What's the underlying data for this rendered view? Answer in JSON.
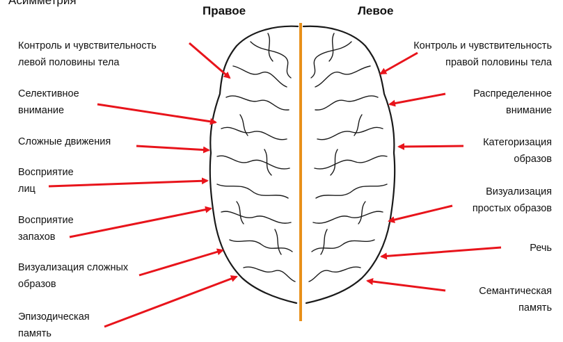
{
  "title": "Асимметрия",
  "hemispheres": {
    "right": "Правое",
    "left": "Левое"
  },
  "right_labels": [
    {
      "l1": "Контроль и чувствительность",
      "l2": "левой половины тела"
    },
    {
      "l1": "Селективное",
      "l2": "внимание"
    },
    {
      "l1": "Сложные движения",
      "l2": ""
    },
    {
      "l1": "Восприятие",
      "l2": "лиц"
    },
    {
      "l1": "Восприятие",
      "l2": "запахов"
    },
    {
      "l1": "Визуализация сложных",
      "l2": "образов"
    },
    {
      "l1": "Эпизодическая",
      "l2": "память"
    }
  ],
  "left_labels": [
    {
      "l1": "Контроль и чувствительность",
      "l2": "правой половины тела"
    },
    {
      "l1": "Распределенное",
      "l2": "внимание"
    },
    {
      "l1": "Категоризация",
      "l2": "образов"
    },
    {
      "l1": "Визуализация",
      "l2": "простых образов"
    },
    {
      "l1": "Речь",
      "l2": ""
    },
    {
      "l1": "Семантическая",
      "l2": "память"
    }
  ],
  "colors": {
    "arrow": "#e8141b",
    "midline": "#e8901a",
    "outline": "#1a1a1a"
  }
}
